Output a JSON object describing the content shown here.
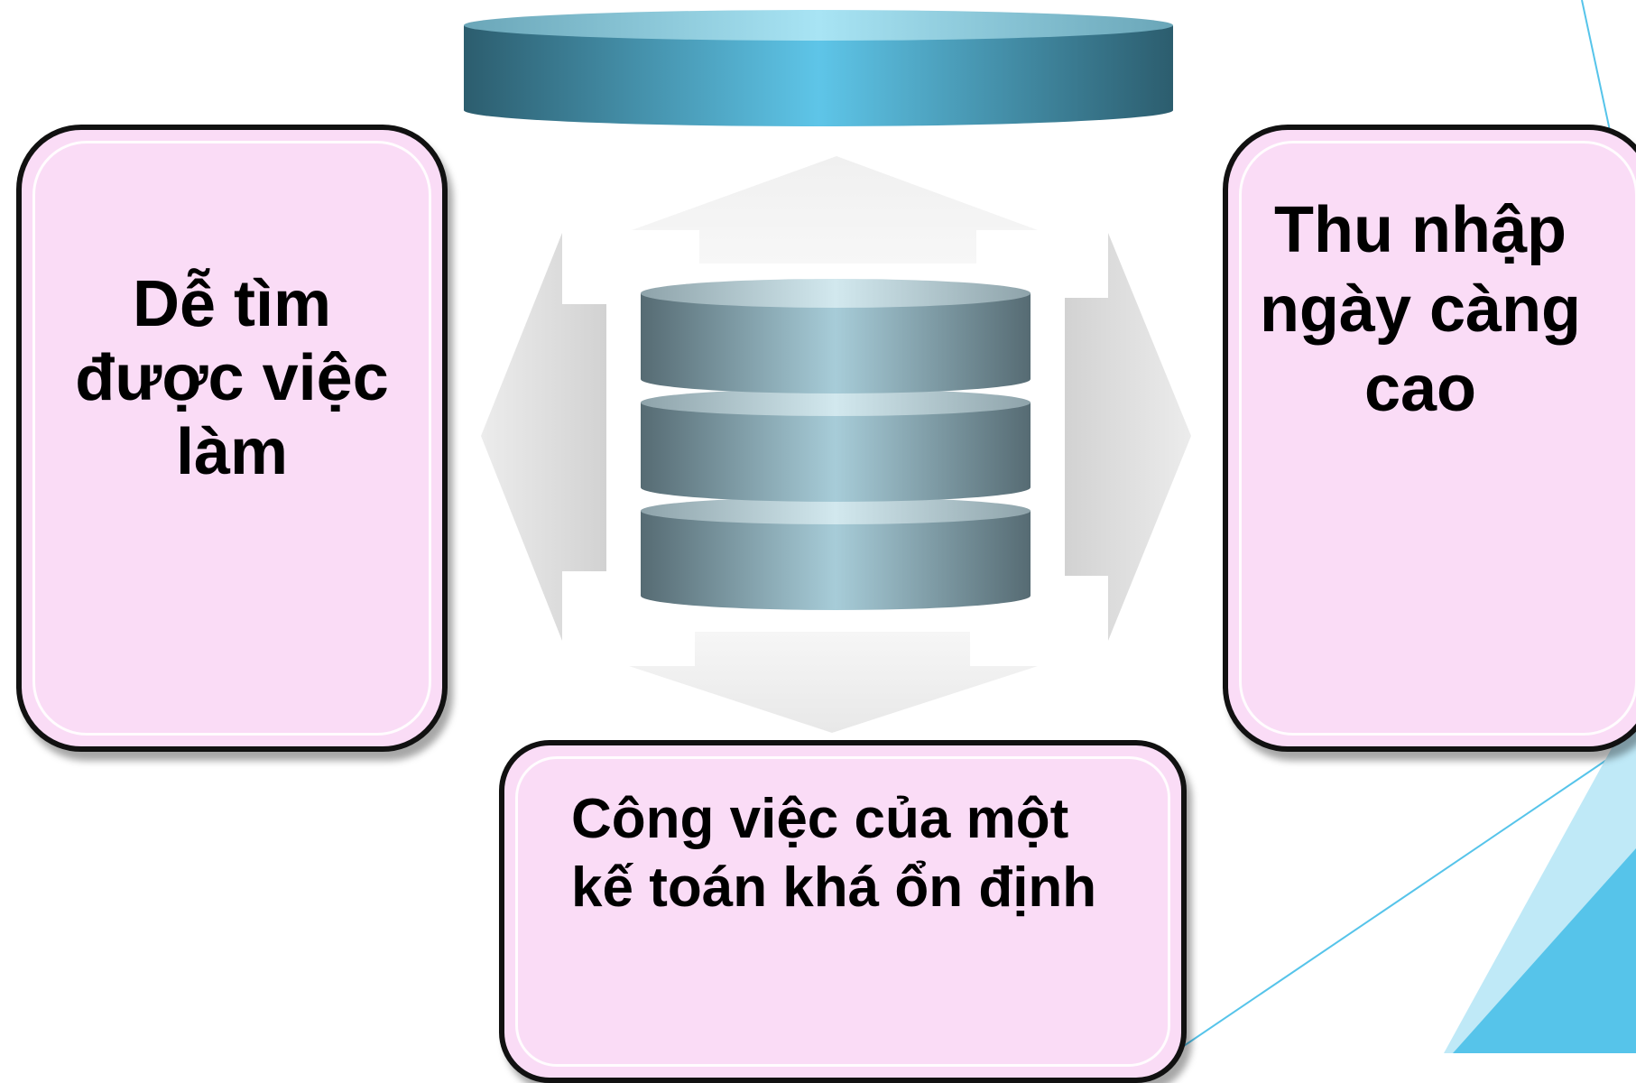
{
  "colors": {
    "card_fill": "#fadcf6",
    "card_border": "#111111",
    "disk_blue": "#5ec5e8",
    "cylinder_gray": "#5b7078",
    "arrow_gray": "#d6d6d6",
    "accent_cyan": "#56c4ea"
  },
  "icons": {
    "top_disk": "flat-cylinder-disk-icon",
    "center": "database-stack-icon",
    "arrows": "four-way-arrow-icon"
  },
  "cards": {
    "left": "Dễ tìm\nđược việc\nlàm",
    "right": "Thu nhập\nngày càng\ncao",
    "bottom": "Công việc của một\nkế toán khá ổn định"
  }
}
